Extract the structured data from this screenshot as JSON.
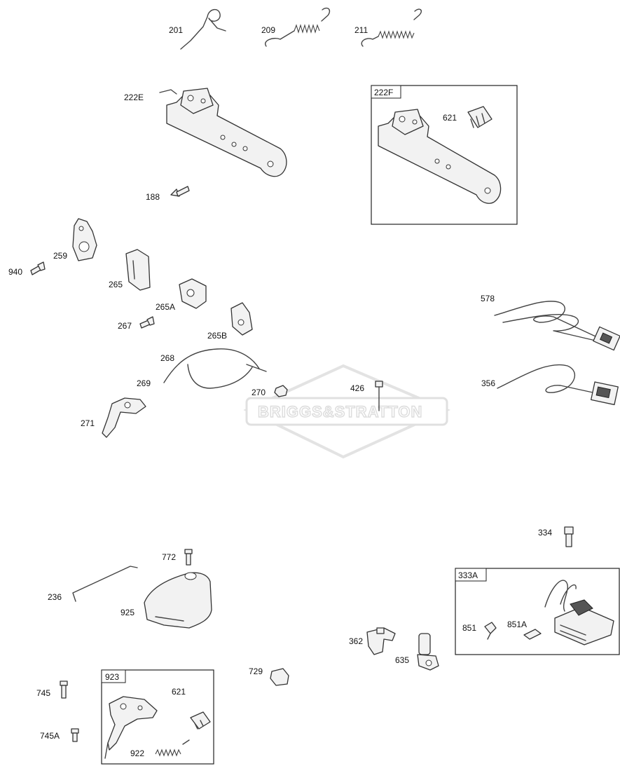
{
  "watermark": {
    "brand_text": "BRIGGS&STRATTON"
  },
  "callouts": {
    "p201": "201",
    "p209": "209",
    "p211": "211",
    "p222E": "222E",
    "p222F_box": "222F",
    "p621_top": "621",
    "p188": "188",
    "p259": "259",
    "p940": "940",
    "p265": "265",
    "p265A": "265A",
    "p267": "267",
    "p265B": "265B",
    "p268": "268",
    "p269": "269",
    "p270": "270",
    "p271": "271",
    "p426": "426",
    "p578": "578",
    "p356": "356",
    "p334": "334",
    "p333A_box": "333A",
    "p851": "851",
    "p851A": "851A",
    "p772": "772",
    "p236": "236",
    "p925": "925",
    "p362": "362",
    "p635": "635",
    "p729": "729",
    "p745": "745",
    "p745A": "745A",
    "p923_box": "923",
    "p621_bottom": "621",
    "p922": "922"
  }
}
